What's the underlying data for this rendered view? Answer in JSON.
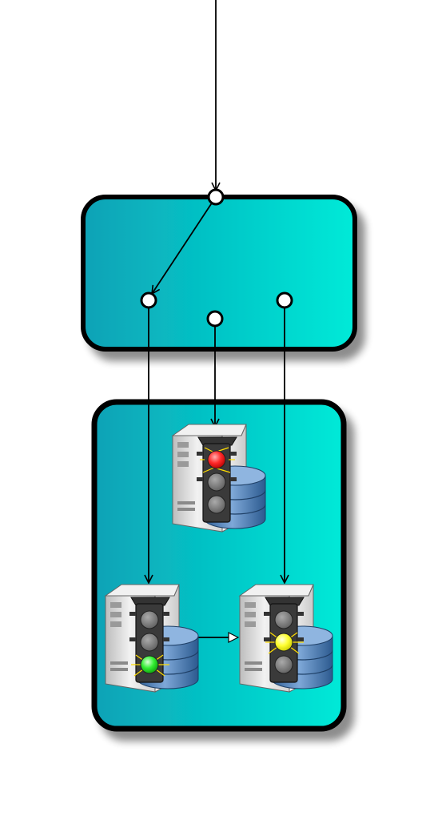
{
  "colors": {
    "box_gradient_start": "#0aa2b6",
    "box_gradient_end": "#00ead8",
    "box_border": "#000000",
    "edge": "#000000",
    "port_fill": "#ffffff",
    "light_red": "#ff2a2a",
    "light_green": "#33ee33",
    "light_yellow": "#ffff33",
    "light_off": "#777777",
    "server_body": "#e4e4e4",
    "database": "#4a79b0"
  },
  "nodes": {
    "switch": {
      "ports": [
        "top-input",
        "left-output",
        "middle-output",
        "right-output"
      ]
    },
    "cluster": {
      "servers": [
        {
          "role": "top",
          "light": "red"
        },
        {
          "role": "bottom-left",
          "light": "green"
        },
        {
          "role": "bottom-right",
          "light": "yellow"
        }
      ]
    }
  },
  "edges": [
    {
      "from": "external-input",
      "to": "switch-top-port"
    },
    {
      "from": "switch-top-port",
      "to": "switch-left-port"
    },
    {
      "from": "switch-left-port",
      "to": "server-bottom-left"
    },
    {
      "from": "switch-middle-port",
      "to": "server-top"
    },
    {
      "from": "switch-right-port",
      "to": "server-bottom-right"
    },
    {
      "from": "server-bottom-left",
      "to": "server-bottom-right"
    }
  ]
}
